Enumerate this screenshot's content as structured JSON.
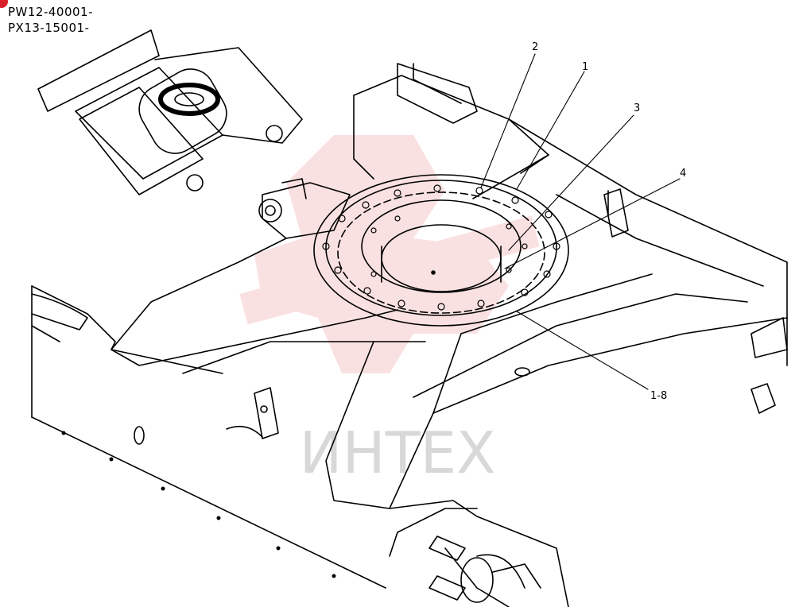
{
  "serial_numbers": {
    "line1": "PW12-40001-",
    "line2": "PX13-15001-"
  },
  "callouts": [
    {
      "label": "2"
    },
    {
      "label": "1"
    },
    {
      "label": "3"
    },
    {
      "label": "4"
    },
    {
      "label": "1-8"
    }
  ],
  "watermark": {
    "text": "ИНТЕХ",
    "color": "#e88a8a"
  },
  "colors": {
    "line": "#000000",
    "accent": "#d9202a",
    "watermark": "#f3b7b7"
  }
}
